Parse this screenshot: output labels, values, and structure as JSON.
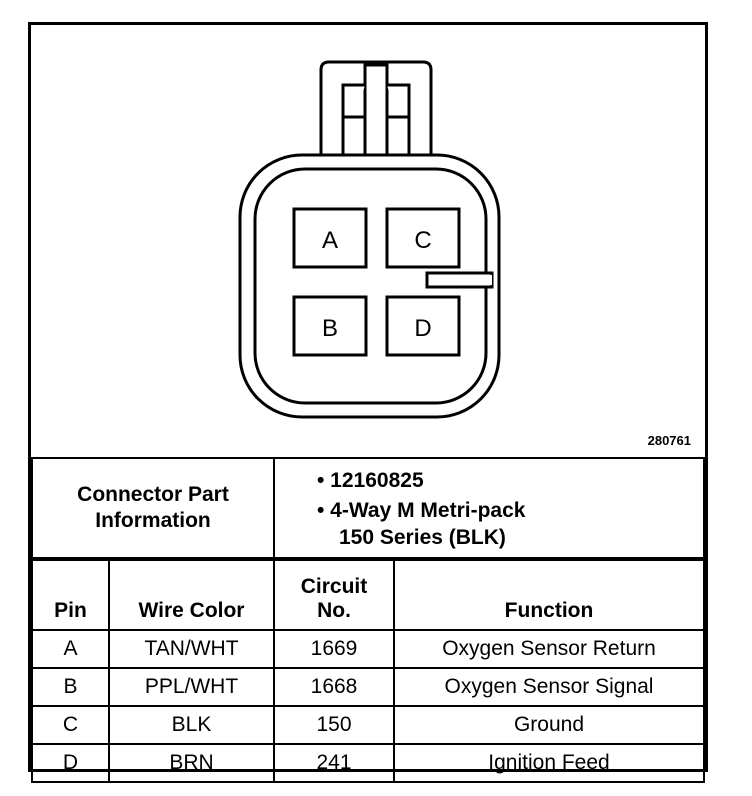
{
  "figure_id": "280761",
  "pins_diagram": [
    "A",
    "C",
    "B",
    "D"
  ],
  "connector_info": {
    "label_line1": "Connector Part",
    "label_line2": "Information",
    "bullet1": "• 12160825",
    "bullet2": "• 4-Way M Metri-pack",
    "bullet2_cont": "150 Series (BLK)"
  },
  "table": {
    "headers": {
      "pin": "Pin",
      "wire": "Wire Color",
      "circuit1": "Circuit",
      "circuit2": "No.",
      "function": "Function"
    },
    "rows": [
      {
        "pin": "A",
        "wire": "TAN/WHT",
        "circuit": "1669",
        "function": "Oxygen Sensor Return"
      },
      {
        "pin": "B",
        "wire": "PPL/WHT",
        "circuit": "1668",
        "function": "Oxygen Sensor Signal"
      },
      {
        "pin": "C",
        "wire": "BLK",
        "circuit": "150",
        "function": "Ground"
      },
      {
        "pin": "D",
        "wire": "BRN",
        "circuit": "241",
        "function": "Ignition Feed"
      }
    ]
  }
}
